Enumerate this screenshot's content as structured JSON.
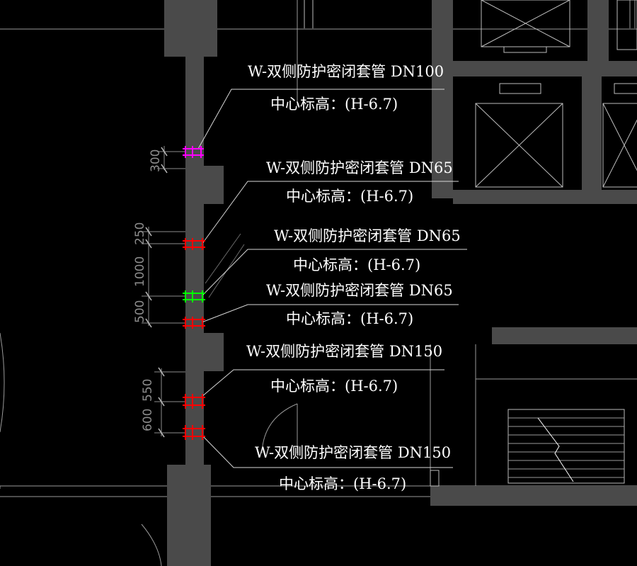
{
  "colors": {
    "background": "#000000",
    "wall": "#4a4a4a",
    "thin_line": "#9a9a9a",
    "leader": "#d8d8d8",
    "text": "#ffffff",
    "dimension": "#8c8c8c",
    "sleeve_magenta": "#ff00ff",
    "sleeve_red": "#ff0000",
    "sleeve_green": "#00ff00"
  },
  "annotations": [
    {
      "line1": "W-双侧防护密闭套管 DN100",
      "line2": "中心标高：(H-6.7)"
    },
    {
      "line1": "W-双侧防护密闭套管 DN65",
      "line2": "中心标高：(H-6.7)"
    },
    {
      "line1": "W-双侧防护密闭套管 DN65",
      "line2": "中心标高：(H-6.7)"
    },
    {
      "line1": "W-双侧防护密闭套管 DN65",
      "line2": "中心标高：(H-6.7)"
    },
    {
      "line1": "W-双侧防护密闭套管 DN150",
      "line2": "中心标高：(H-6.7)"
    },
    {
      "line1": "W-双侧防护密闭套管 DN150",
      "line2": "中心标高：(H-6.7)"
    }
  ],
  "dimensions": [
    "300",
    "250",
    "1000",
    "500",
    "550",
    "600"
  ],
  "sleeves": [
    {
      "name": "sleeve-dn100",
      "color": "sleeve_magenta"
    },
    {
      "name": "sleeve-dn65-a",
      "color": "sleeve_red"
    },
    {
      "name": "sleeve-dn65-b",
      "color": "sleeve_green"
    },
    {
      "name": "sleeve-dn65-c",
      "color": "sleeve_red"
    },
    {
      "name": "sleeve-dn150-a",
      "color": "sleeve_red"
    },
    {
      "name": "sleeve-dn150-b",
      "color": "sleeve_red"
    }
  ]
}
